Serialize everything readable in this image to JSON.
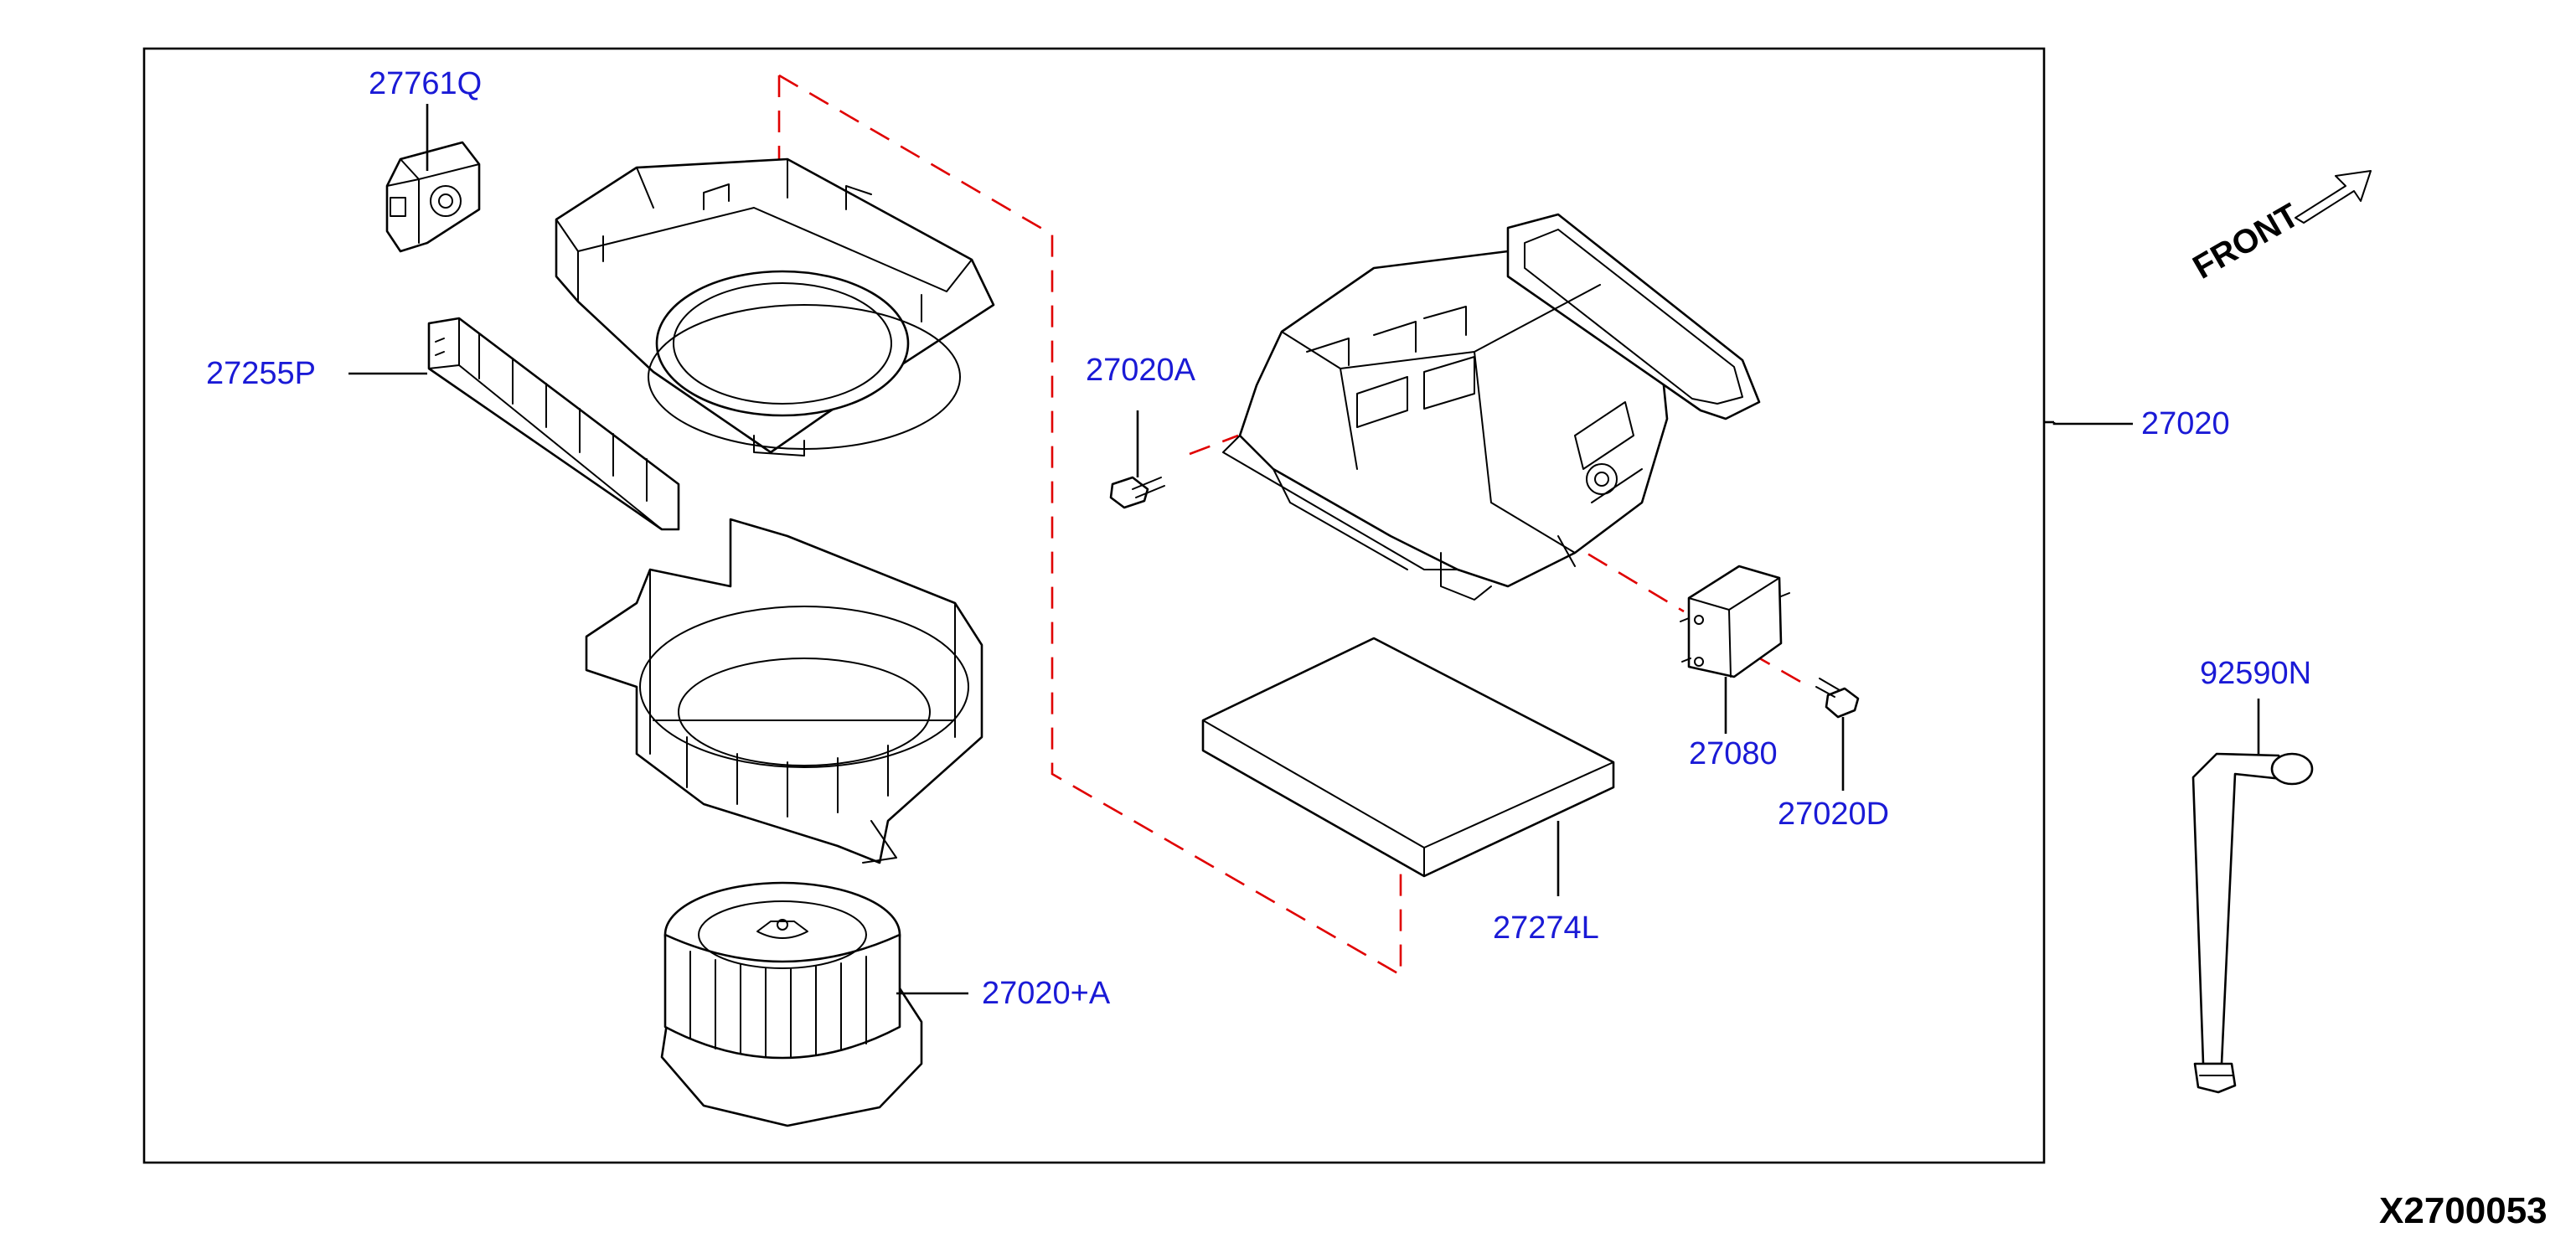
{
  "diagram_code": "X2700053",
  "front_label": "FRONT",
  "colors": {
    "label": "#1a1ad6",
    "dash": "#e00000",
    "line": "#000000"
  },
  "parts": {
    "actuator": "27761Q",
    "filter_door": "27255P",
    "screw_a": "27020A",
    "heater_unit": "27020",
    "motor": "27020+A",
    "filter": "27274L",
    "amplifier": "27080",
    "screw_d": "27020D",
    "hose": "92590N"
  }
}
